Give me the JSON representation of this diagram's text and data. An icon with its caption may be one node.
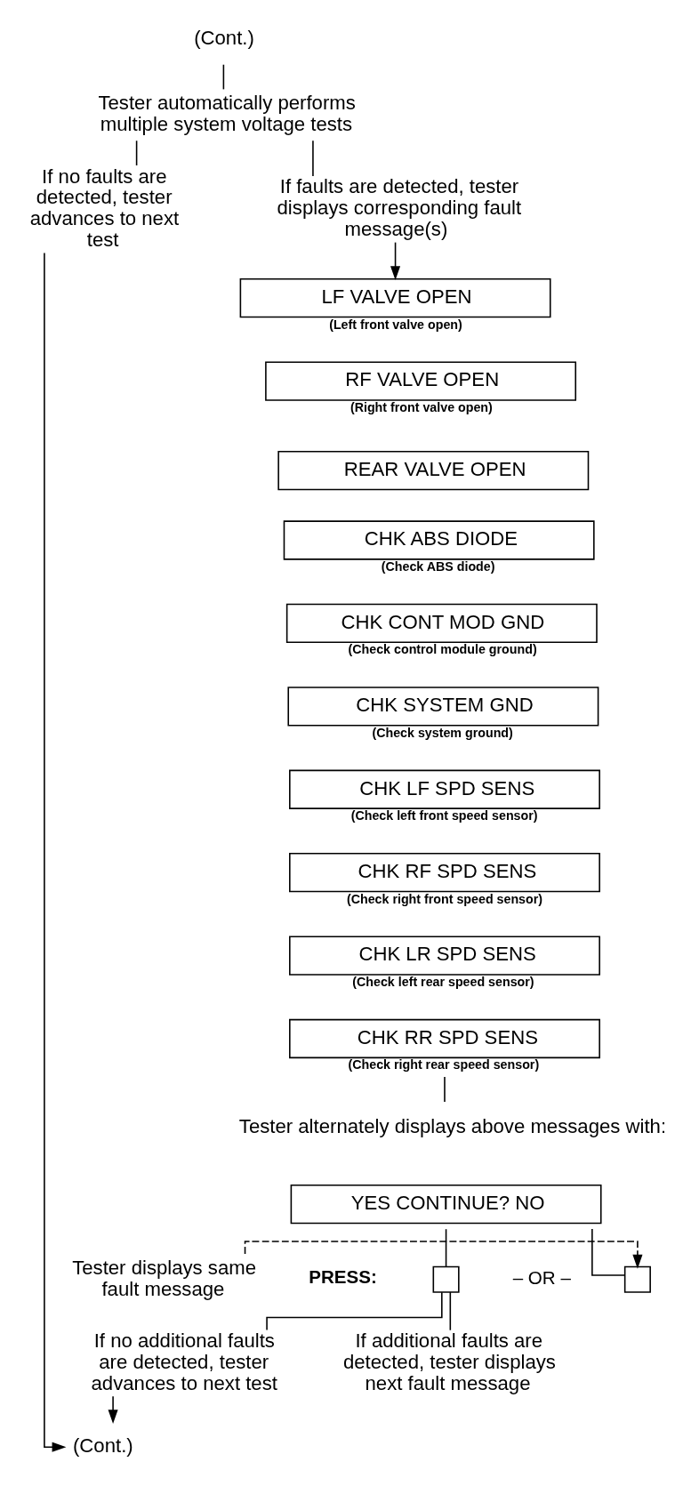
{
  "diagram": {
    "nodes": [
      {
        "text": [
          "(Cont.)"
        ]
      },
      {
        "text": [
          "Tester automatically performs multiple system voltage tests"
        ]
      },
      {
        "text": [
          "If no faults are detected, tester advances to next test"
        ]
      },
      {
        "text": [
          "If faults are detected, tester displays corresponding fault message(s)"
        ]
      },
      {
        "text": [
          "LF VALVE OPEN"
        ],
        "beside": [
          "(Left front valve open)"
        ]
      },
      {
        "text": [
          "RF VALVE OPEN"
        ],
        "beside": [
          "(Right front valve open)"
        ]
      },
      {
        "text": [
          "REAR VALVE OPEN"
        ]
      },
      {
        "text": [
          "CHK ABS DIODE"
        ],
        "beside": [
          "(Check ABS diode)"
        ]
      },
      {
        "text": [
          "CHK CONT MOD GND"
        ],
        "beside": [
          "(Check control module ground)"
        ]
      },
      {
        "text": [
          "CHK SYSTEM GND"
        ],
        "beside": [
          "(Check system ground)"
        ]
      },
      {
        "text": [
          "CHK LF SPD SENS"
        ],
        "beside": [
          "(Check left front speed sensor)"
        ]
      },
      {
        "text": [
          "CHK RF SPD SENS"
        ],
        "beside": [
          "(Check right front speed sensor)"
        ]
      },
      {
        "text": [
          "CHK LR SPD SENS"
        ],
        "beside": [
          "(Check left rear speed sensor)"
        ]
      },
      {
        "text": [
          "CHK RR SPD SENS"
        ],
        "beside": [
          "(Check right rear speed sensor)"
        ]
      },
      {
        "text": [
          "Tester alternately displays above messages with:"
        ]
      },
      {
        "text": [
          "YES CONTINUE? NO"
        ]
      },
      {
        "text": [],
        "shape": "box"
      },
      {
        "text": [],
        "shape": "box"
      },
      {
        "text": [
          "Tester displays same fault message"
        ]
      },
      {
        "text": [
          "If no additional faults are detected, tester advances to next test"
        ]
      },
      {
        "text": [
          "If additional faults are detected, tester displays next fault message"
        ]
      },
      {
        "text": [
          "(Cont.)"
        ]
      }
    ],
    "edges": [
      {
        "from": 0,
        "to": 1,
        "arrow": "none"
      },
      {
        "from": 1,
        "to": 2,
        "arrow": "none"
      },
      {
        "from": 1,
        "to": 3,
        "arrow": "none"
      },
      {
        "from": 3,
        "to": 4,
        "arrow": "to"
      },
      {
        "from": 13,
        "to": 14,
        "arrow": "none"
      },
      {
        "from": 15,
        "to": 16,
        "arrow": "none"
      },
      {
        "from": 15,
        "to": 17,
        "arrow": "none"
      },
      {
        "from": 18,
        "to": 17,
        "arrow": "to",
        "style": "dashed"
      },
      {
        "from": 16,
        "to": 19,
        "arrow": "none"
      },
      {
        "from": 16,
        "to": 20,
        "arrow": "none"
      },
      {
        "from": 19,
        "to": 21,
        "arrow": "to"
      },
      {
        "from": 2,
        "to": 21,
        "arrow": "to"
      }
    ],
    "labels": [
      "PRESS:",
      "– OR –"
    ]
  }
}
